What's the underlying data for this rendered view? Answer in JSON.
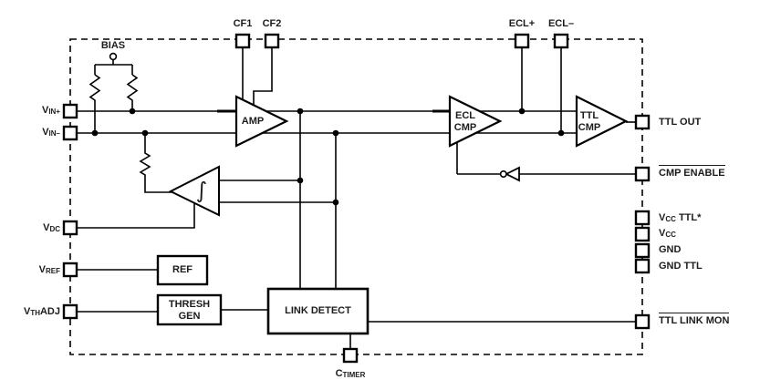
{
  "pins": {
    "cf1": {
      "label": "CF1"
    },
    "cf2": {
      "label": "CF2"
    },
    "ecl_plus": {
      "label": "ECL+"
    },
    "ecl_minus": {
      "label": "ECL–"
    },
    "vin_plus": {
      "main": "V",
      "sub": "IN+"
    },
    "vin_minus": {
      "main": "V",
      "sub": "IN–"
    },
    "vdc": {
      "main": "V",
      "sub": "DC"
    },
    "vref": {
      "main": "V",
      "sub": "REF"
    },
    "vthadj": {
      "main": "V",
      "sub": "TH",
      "post": "ADJ"
    },
    "ttl_out": {
      "label": "TTL OUT"
    },
    "cmp_enable": {
      "label": "CMP ENABLE"
    },
    "vcc_ttl": {
      "main": "V",
      "sub": "CC",
      "post": " TTL*"
    },
    "vcc": {
      "main": "V",
      "sub": "CC"
    },
    "gnd": {
      "label": "GND"
    },
    "gnd_ttl": {
      "label": "GND TTL"
    },
    "ttl_link_mon": {
      "label": "TTL LINK MON"
    },
    "ctimer": {
      "main": "C",
      "sub": "TIMER"
    },
    "bias": {
      "label": "BIAS"
    }
  },
  "blocks": {
    "amp": "AMP",
    "ecl_cmp": {
      "line1": "ECL",
      "line2": "CMP"
    },
    "ttl_cmp": {
      "line1": "TTL",
      "line2": "CMP"
    },
    "integrator": "∫",
    "ref": "REF",
    "thresh_gen": {
      "line1": "THRESH",
      "line2": "GEN"
    },
    "link_detect": "LINK DETECT"
  },
  "colors": {
    "line": "#000000",
    "text": "#1c1c1c",
    "background": "#ffffff"
  }
}
